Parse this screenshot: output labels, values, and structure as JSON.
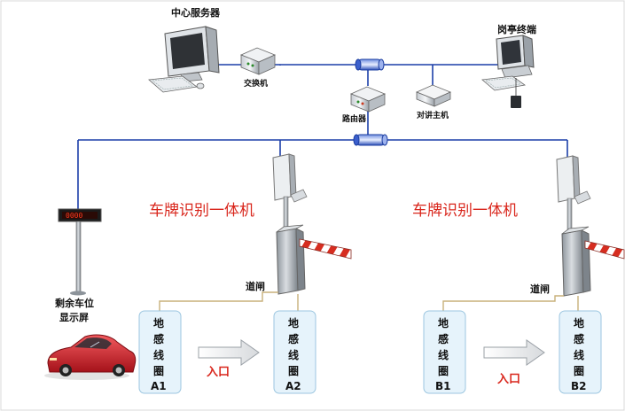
{
  "labels": {
    "server": "中心服务器",
    "switch": "交换机",
    "router": "路由器",
    "intercom": "对讲主机",
    "booth": "岗亭终端",
    "display_line1": "剩余车位",
    "display_line2": "显示屏",
    "lpr_left": "车牌识别一体机",
    "lpr_right": "车牌识别一体机",
    "gate_left": "道闸",
    "gate_right": "道闸",
    "entry_left": "入口",
    "entry_right": "入口"
  },
  "led": {
    "text": "0000"
  },
  "loops": {
    "a1": [
      "地",
      "感",
      "线",
      "圈",
      "A1"
    ],
    "a2": [
      "地",
      "感",
      "线",
      "圈",
      "A2"
    ],
    "b1": [
      "地",
      "感",
      "线",
      "圈",
      "B1"
    ],
    "b2": [
      "地",
      "感",
      "线",
      "圈",
      "B2"
    ]
  },
  "colors": {
    "network_line": "#1c3fa8",
    "loop_fill": "#e6f3fb",
    "loop_border": "#9cc6e0",
    "accent_red": "#d9261c",
    "car": "#d61f25",
    "barrier_stripe_a": "#d62d20",
    "barrier_stripe_b": "#ffffff"
  },
  "icons": [
    "desktop-computer-icon",
    "network-switch-icon",
    "router-icon",
    "intercom-host-icon",
    "booth-terminal-icon",
    "led-display-icon",
    "lpr-camera-icon",
    "barrier-gate-icon",
    "red-car-icon",
    "arrow-right-icon"
  ]
}
